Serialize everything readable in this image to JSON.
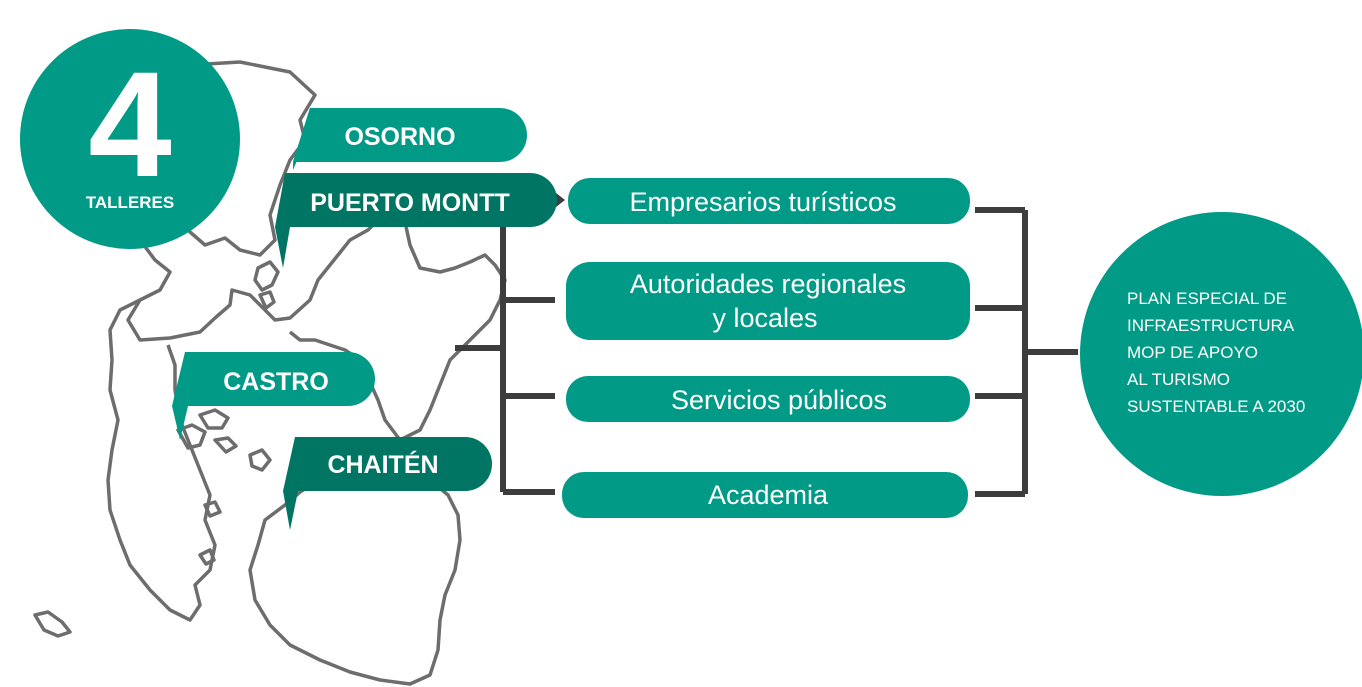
{
  "badge": {
    "number": "4",
    "label": "TALLERES"
  },
  "cities": [
    "OSORNO",
    "PUERTO MONTT",
    "CASTRO",
    "CHAITÉN"
  ],
  "groups": [
    {
      "lines": [
        "Empresarios turísticos"
      ]
    },
    {
      "lines": [
        "Autoridades regionales",
        "y locales"
      ]
    },
    {
      "lines": [
        "Servicios públicos"
      ]
    },
    {
      "lines": [
        "Academia"
      ]
    }
  ],
  "goal": {
    "lines": [
      "PLAN ESPECIAL DE",
      "INFRAESTRUCTURA",
      "MOP DE APOYO",
      "AL TURISMO",
      "SUSTENTABLE A 2030"
    ]
  },
  "colors": {
    "teal": "#009a87",
    "teal_dark": "#007563",
    "connector": "#3d3d3d",
    "map_outline": "#6d6d6d"
  }
}
